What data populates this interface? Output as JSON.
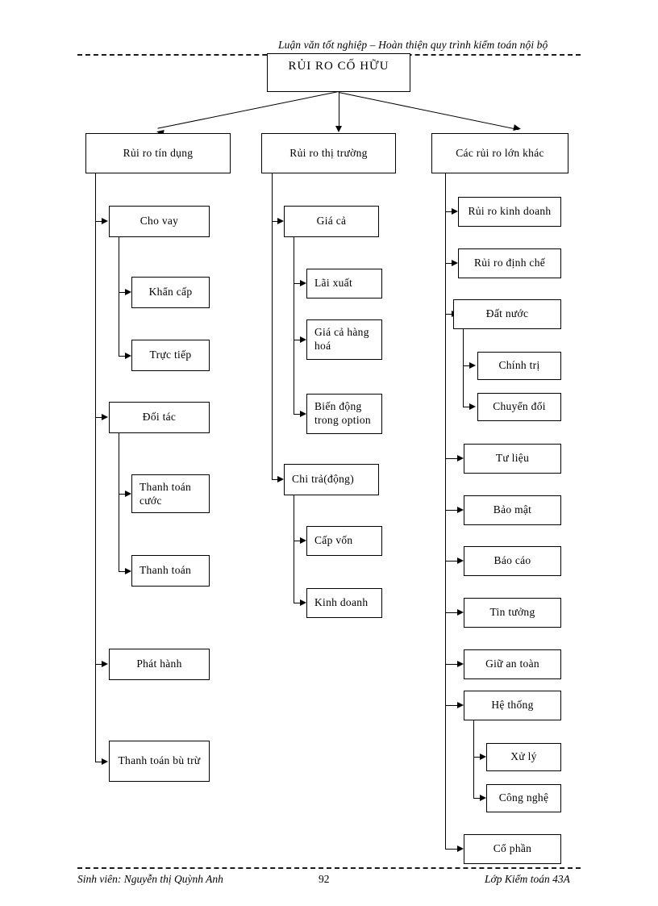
{
  "page": {
    "header_text": "Luận văn tốt nghiệp – Hoàn thiện quy trình kiểm toán nội bộ",
    "footer_left": "Sinh viên: Nguyễn thị Quỳnh Anh",
    "footer_page_number": "92",
    "footer_right": "Lớp Kiểm toán 43A"
  },
  "chart_data": {
    "type": "diagram",
    "title": "RỦI RO CỐ HỮU",
    "root": "RỦI RO CỐ HỮU",
    "branches": [
      {
        "label": "Rủi ro tín dụng",
        "children": [
          {
            "label": "Cho vay",
            "children": [
              {
                "label": "Khẩn cấp"
              },
              {
                "label": "Trực tiếp"
              }
            ]
          },
          {
            "label": "Đối tác",
            "children": [
              {
                "label": "Thanh toán cước"
              },
              {
                "label": "Thanh toán"
              }
            ]
          },
          {
            "label": "Phát hành"
          },
          {
            "label": "Thanh toán bù trừ"
          }
        ]
      },
      {
        "label": "Rủi ro thị trường",
        "children": [
          {
            "label": "Giá cả",
            "children": [
              {
                "label": "Lãi xuất"
              },
              {
                "label": "Giá cả hàng hoá"
              },
              {
                "label": "Biến động trong option"
              }
            ]
          },
          {
            "label": "Chi trả(động)",
            "children": [
              {
                "label": "Cấp vốn"
              },
              {
                "label": "Kinh doanh"
              }
            ]
          }
        ]
      },
      {
        "label": "Các rủi ro lớn khác",
        "children": [
          {
            "label": "Rủi ro kinh doanh"
          },
          {
            "label": "Rủi ro định chế"
          },
          {
            "label": "Đất nước",
            "children": [
              {
                "label": "Chính trị"
              },
              {
                "label": "Chuyển đổi"
              }
            ]
          },
          {
            "label": "Tư liệu"
          },
          {
            "label": "Bảo mật"
          },
          {
            "label": "Báo cáo"
          },
          {
            "label": "Tin tưởng"
          },
          {
            "label": "Giữ an toàn"
          },
          {
            "label": "Hệ thống",
            "children": [
              {
                "label": "Xử lý"
              },
              {
                "label": "Công nghệ"
              }
            ]
          },
          {
            "label": "Cổ phần"
          }
        ]
      }
    ]
  },
  "nodes": {
    "root": "RỦI RO CỐ HỮU",
    "b1": "Rủi ro tín dụng",
    "b2": "Rủi ro thị trường",
    "b3": "Các rủi ro lớn khác",
    "c1_1": "Cho vay",
    "c1_1_1": "Khẩn cấp",
    "c1_1_2": "Trực tiếp",
    "c1_2": "Đối tác",
    "c1_2_1": "Thanh toán cước",
    "c1_2_2": "Thanh toán",
    "c1_3": "Phát hành",
    "c1_4": "Thanh toán bù trừ",
    "c2_1": "Giá cả",
    "c2_1_1": "Lãi xuất",
    "c2_1_2": "Giá cả hàng hoá",
    "c2_1_3": "Biến động trong option",
    "c2_2": "Chi trả(động)",
    "c2_2_1": "Cấp vốn",
    "c2_2_2": "Kinh doanh",
    "c3_1": "Rủi ro kinh doanh",
    "c3_2": "Rủi ro định chế",
    "c3_3": "Đất nước",
    "c3_3_1": "Chính trị",
    "c3_3_2": "Chuyển đổi",
    "c3_4": "Tư liệu",
    "c3_5": "Bảo mật",
    "c3_6": "Báo cáo",
    "c3_7": "Tin tưởng",
    "c3_8": "Giữ an toàn",
    "c3_9": "Hệ thống",
    "c3_9_1": "Xử lý",
    "c3_9_2": "Công nghệ",
    "c3_10": "Cổ phần"
  }
}
